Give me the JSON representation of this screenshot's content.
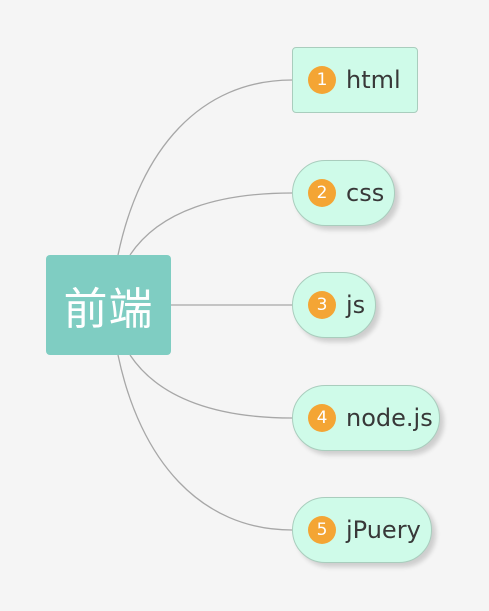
{
  "root": {
    "label": "前端"
  },
  "branches": [
    {
      "number": "1",
      "label": "html"
    },
    {
      "number": "2",
      "label": "css"
    },
    {
      "number": "3",
      "label": "js"
    },
    {
      "number": "4",
      "label": "node.js"
    },
    {
      "number": "5",
      "label": "jPuery"
    }
  ],
  "colors": {
    "background": "#f5f5f5",
    "root_fill": "#7fcdc2",
    "node_fill": "#cffbe9",
    "node_border": "#a9cdbd",
    "badge_fill": "#f4a534",
    "connector": "#a7a7a7"
  }
}
